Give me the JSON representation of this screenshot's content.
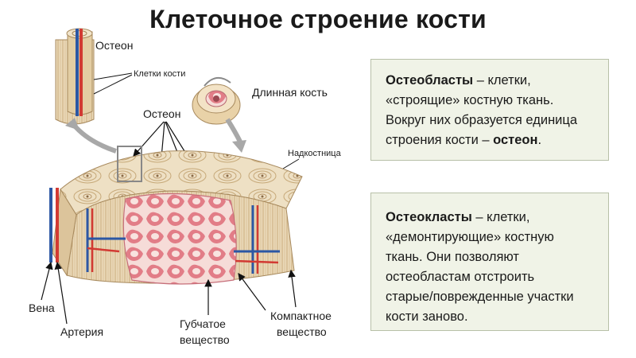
{
  "title": "Клеточное строение кости",
  "labels": {
    "osteon_top": "Остеон",
    "bone_cells": "Клетки кости",
    "long_bone": "Длинная кость",
    "osteon_mid": "Остеон",
    "periosteum": "Надкостница",
    "vein": "Вена",
    "artery": "Артерия",
    "spongy_1": "Губчатое",
    "spongy_2": "вещество",
    "compact_1": "Компактное",
    "compact_2": "вещество"
  },
  "box1": {
    "term": "Остеобласты",
    "text1": " – клетки,",
    "text2": "«строящие» костную ткань.",
    "text3": "Вокруг них образуется единица",
    "text4a": "строения кости – ",
    "text4b": "остеон",
    "text4c": "."
  },
  "box2": {
    "term": "Остеокласты",
    "text1": " – клетки,",
    "text2": "«демонтирующие» костную",
    "text3": "ткань. Они позволяют",
    "text4": "остеобластам отстроить",
    "text5": "старые/поврежденные участки",
    "text6": "кости заново."
  },
  "colors": {
    "bone": "#e9d7b4",
    "bone_dark": "#c8ab7a",
    "spongy": "#e58c93",
    "vein": "#2c57a4",
    "artery": "#d23a33",
    "box_bg": "#f0f3e7"
  }
}
